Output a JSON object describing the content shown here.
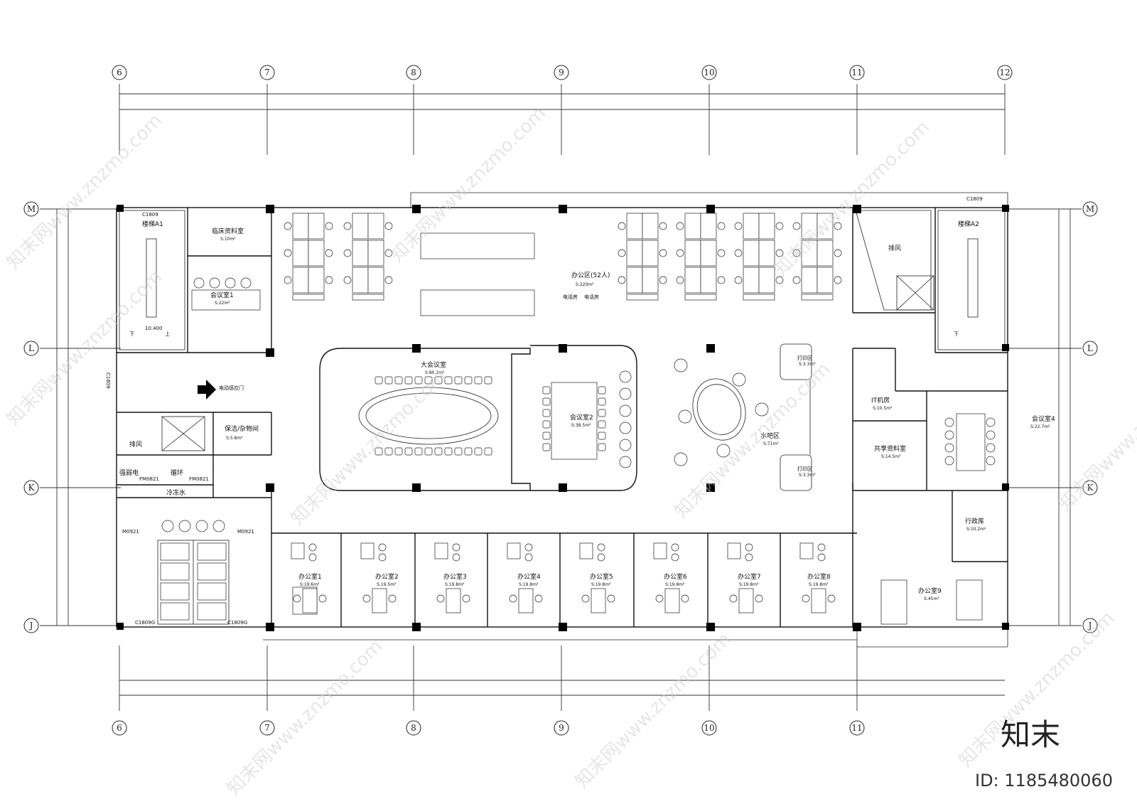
{
  "axes_top": [
    "6",
    "7",
    "8",
    "9",
    "10",
    "11",
    "12"
  ],
  "axes_bottom": [
    "6",
    "7",
    "8",
    "9",
    "10",
    "11"
  ],
  "axes_left": [
    "M",
    "L",
    "K",
    "J"
  ],
  "axes_right": [
    "M",
    "L",
    "K",
    "J"
  ],
  "rooms": [
    {
      "name": "楼梯A1",
      "area": ""
    },
    {
      "name": "临床资料室",
      "area": "S:10m²"
    },
    {
      "name": "会议室1",
      "area": "S:22m²"
    },
    {
      "name": "办公区(52人)",
      "area": "S:220m²"
    },
    {
      "name": "电话房",
      "area": ""
    },
    {
      "name": "电话房",
      "area": ""
    },
    {
      "name": "排风",
      "area": ""
    },
    {
      "name": "楼梯A2",
      "area": ""
    },
    {
      "name": "大会议室",
      "area": "S:80.2m²"
    },
    {
      "name": "会议室2",
      "area": "S:38.5m²"
    },
    {
      "name": "水吧区",
      "area": "S:71m²"
    },
    {
      "name": "打印区",
      "area": "S:3.3m²"
    },
    {
      "name": "打印区",
      "area": "S:3.3m²"
    },
    {
      "name": "IT机房",
      "area": "S:10.5m²"
    },
    {
      "name": "共享资料室",
      "area": "S:14.5m²"
    },
    {
      "name": "会议室4",
      "area": "S:22.7m²"
    },
    {
      "name": "排风",
      "area": ""
    },
    {
      "name": "保洁/杂物间",
      "area": "S:5.8m²"
    },
    {
      "name": "强弱电",
      "area": ""
    },
    {
      "name": "循环",
      "area": ""
    },
    {
      "name": "冷冻水",
      "area": ""
    },
    {
      "name": "行政库",
      "area": "S:10.2m²"
    },
    {
      "name": "办公室1",
      "area": "S:19.6m²"
    },
    {
      "name": "办公室2",
      "area": "S:19.5m²"
    },
    {
      "name": "办公室3",
      "area": "S:19.8m²"
    },
    {
      "name": "办公室4",
      "area": "S:19.8m²"
    },
    {
      "name": "办公室5",
      "area": "S:19.8m²"
    },
    {
      "name": "办公室6",
      "area": "S:19.8m²"
    },
    {
      "name": "办公室7",
      "area": "S:19.8m²"
    },
    {
      "name": "办公室8",
      "area": "S:19.8m²"
    },
    {
      "name": "办公室9",
      "area": "S:45m²"
    }
  ],
  "labels": {
    "door_auto": "电动感应门",
    "elevation": "10.400",
    "stair_down": "下",
    "stair_up": "上",
    "stair_down_2": "下",
    "c1809_a": "C1809",
    "c1809_b": "C1809",
    "c1809_side": "C1809",
    "c1809g_a": "C1809G",
    "c1809g_b": "C1809G",
    "fm0821_a": "FM0821",
    "fm0821_b": "FM0821",
    "m0921_a": "M0921",
    "m0921_b": "M0921"
  },
  "watermark": {
    "text": "知末网www.znzmo.com"
  },
  "brand": {
    "logo_text": "知末",
    "id_text": "ID: 1185480060"
  }
}
